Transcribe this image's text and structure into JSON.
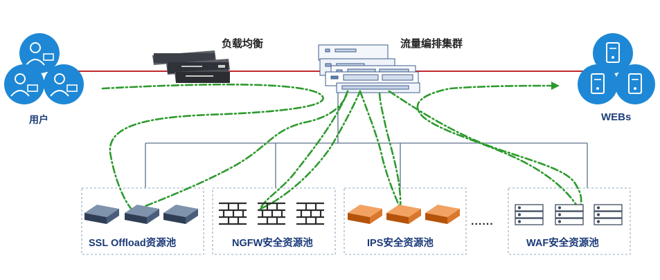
{
  "labels": {
    "user": "用户",
    "load_balancer": "负载均衡",
    "cluster": "流量编排集群",
    "webs": "WEBs",
    "ellipsis": "......"
  },
  "pools": [
    {
      "label": "SSL Offload资源池",
      "device": "appliance-dark"
    },
    {
      "label": "NGFW安全资源池",
      "device": "firewall-brick"
    },
    {
      "label": "IPS安全资源池",
      "device": "appliance-orange"
    },
    {
      "label": "WAF安全资源池",
      "device": "server-rack"
    }
  ],
  "colors": {
    "main_link": "#c0282d",
    "flow_path": "#2e9a2e",
    "user_circle": "#1e88d6",
    "tree_line": "#5a6f8c",
    "pool_border": "#8fa9bf",
    "label_text": "#1a3a78"
  }
}
